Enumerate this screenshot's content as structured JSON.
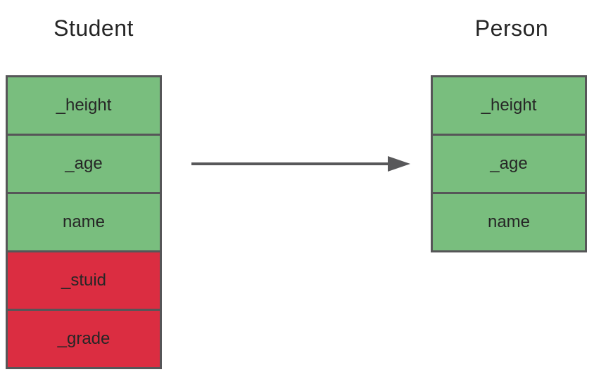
{
  "diagram": {
    "student": {
      "title": "Student",
      "members": [
        {
          "label": "_height",
          "status": "kept"
        },
        {
          "label": "_age",
          "status": "kept"
        },
        {
          "label": "name",
          "status": "kept"
        },
        {
          "label": "_stuid",
          "status": "removed"
        },
        {
          "label": "_grade",
          "status": "removed"
        }
      ]
    },
    "person": {
      "title": "Person",
      "members": [
        {
          "label": "_height",
          "status": "kept"
        },
        {
          "label": "_age",
          "status": "kept"
        },
        {
          "label": "name",
          "status": "kept"
        }
      ]
    },
    "arrow": {
      "direction": "right"
    },
    "colors": {
      "member_kept_green": "#79BE7E",
      "member_removed_red": "#DB2D41",
      "border_gray": "#565658",
      "arrow_gray": "#58585a",
      "text_dark": "#262626"
    }
  }
}
